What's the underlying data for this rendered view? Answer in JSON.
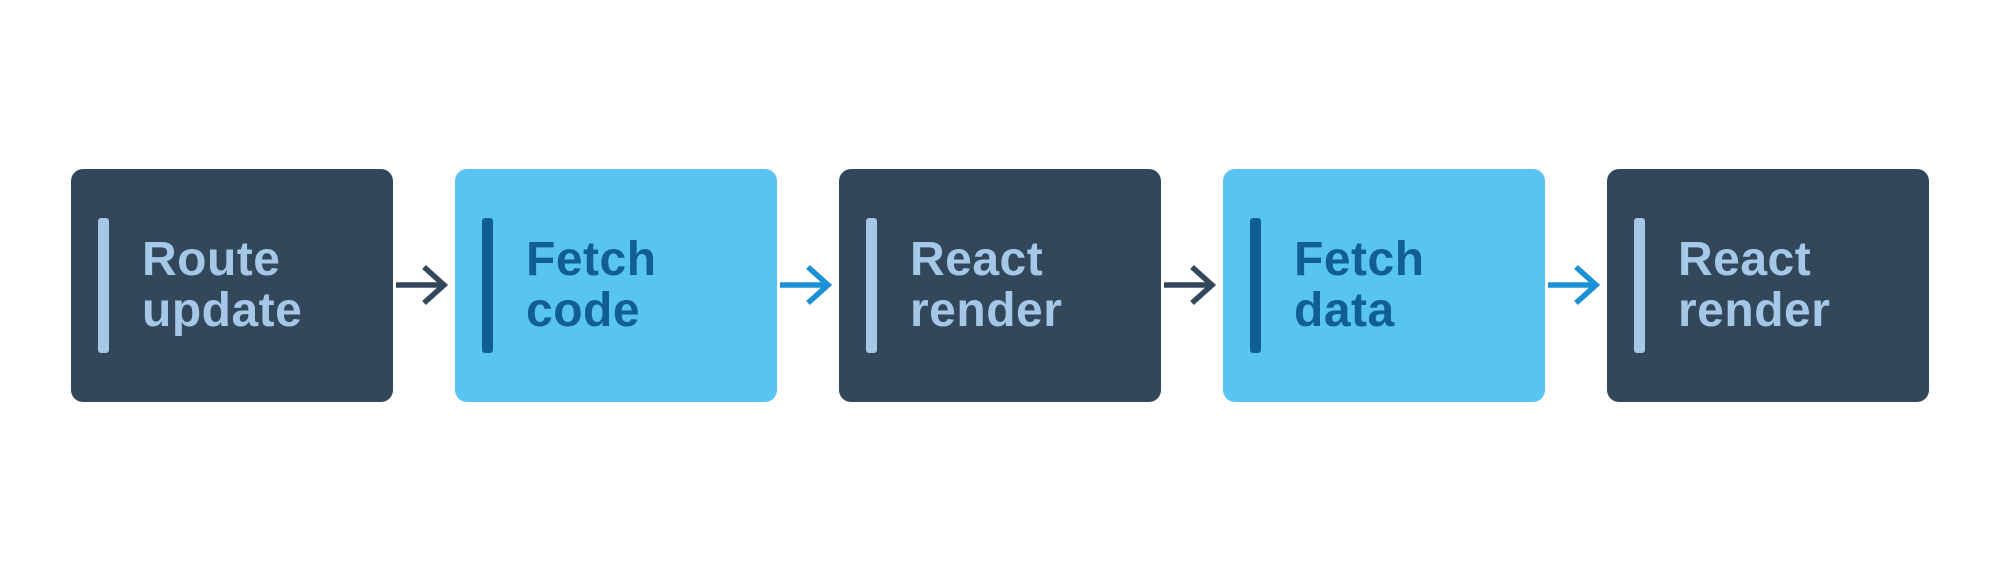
{
  "diagram": {
    "steps": [
      {
        "label": "Route\nupdate",
        "variant": "dark"
      },
      {
        "label": "Fetch\ncode",
        "variant": "light"
      },
      {
        "label": "React\nrender",
        "variant": "dark"
      },
      {
        "label": "Fetch\ndata",
        "variant": "light"
      },
      {
        "label": "React\nrender",
        "variant": "dark"
      }
    ],
    "connectors": [
      {
        "between": "Route update and Fetch code",
        "color_name": "dark"
      },
      {
        "between": "Fetch code and React render",
        "color_name": "blue"
      },
      {
        "between": "React render and Fetch data",
        "color_name": "dark"
      },
      {
        "between": "Fetch data and React render",
        "color_name": "blue"
      }
    ]
  },
  "theme": {
    "page-bg": "#ffffff",
    "box-dark": "#33475b",
    "box-light": "#58c4f0",
    "accent-on-dark": "#a6c8e8",
    "accent-on-light": "#115e94",
    "arrow-dark": "#33475b",
    "arrow-blue": "#1b90d4"
  }
}
